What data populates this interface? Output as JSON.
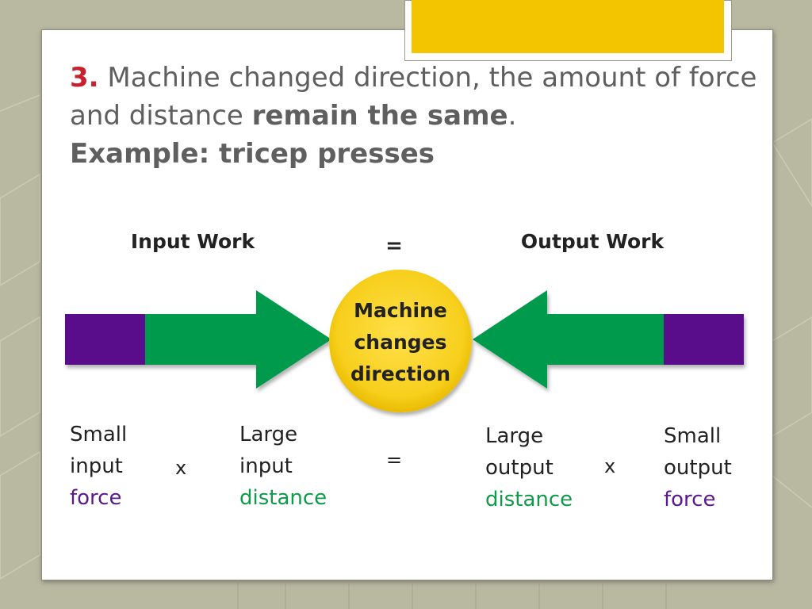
{
  "slide": {
    "number": "3.",
    "title_part1": " Machine changed direction, the amount of force and distance ",
    "title_bold": "remain the same",
    "title_end": ".",
    "example": "Example: tricep presses"
  },
  "diagram": {
    "input_work": "Input Work",
    "equals_top": "=",
    "output_work": "Output Work",
    "machine_line1": "Machine",
    "machine_line2": "changes",
    "machine_line3": "direction",
    "colors": {
      "purple": "#5a0d8a",
      "green": "#009a4e",
      "yellow": "#f7cf1d",
      "accent": "#f2c500",
      "number_red": "#c8202c"
    }
  },
  "formula": {
    "left1": [
      "Small",
      "input",
      "force"
    ],
    "times1": "x",
    "left2": [
      "Large",
      "input",
      "distance"
    ],
    "equals": "=",
    "right1": [
      "Large",
      "output",
      "distance"
    ],
    "times2": "x",
    "right2": [
      "Small",
      "output",
      "force"
    ]
  }
}
